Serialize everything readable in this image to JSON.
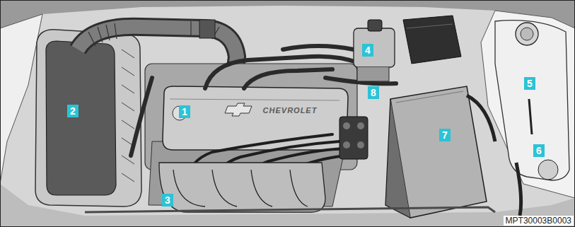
{
  "diagram": {
    "labels": [
      "1",
      "2",
      "3",
      "4",
      "5",
      "6",
      "7",
      "8",
      "CHEVROLET",
      "MPT30003B0003"
    ]
  }
}
